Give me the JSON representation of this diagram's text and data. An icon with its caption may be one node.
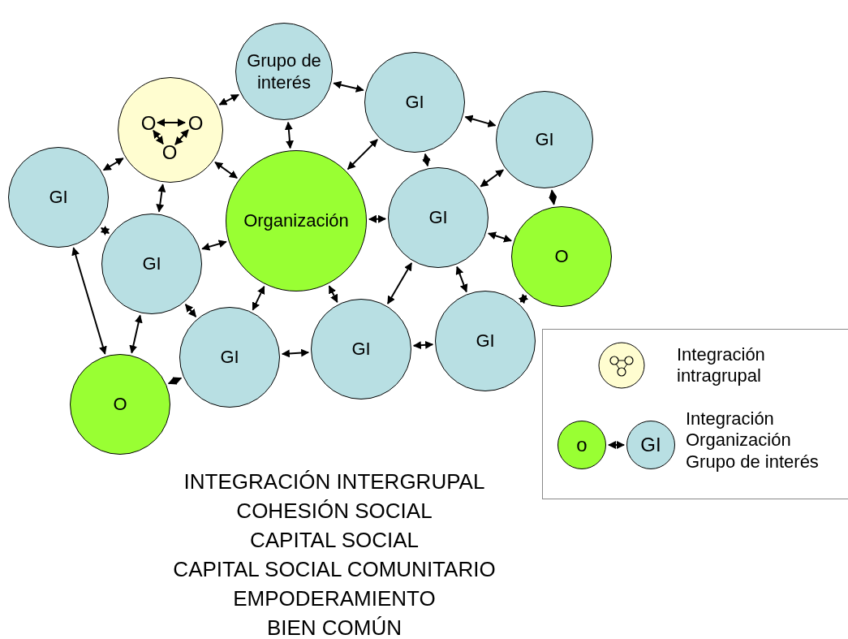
{
  "diagram": {
    "nodes": [
      {
        "text": [
          "Grupo de interés"
        ]
      },
      {
        "text": [],
        "shape": "circle"
      },
      {
        "text": [
          "GI"
        ]
      },
      {
        "text": [
          "GI"
        ]
      },
      {
        "text": [
          "GI"
        ]
      },
      {
        "text": [
          "Organización"
        ]
      },
      {
        "text": [
          "GI"
        ]
      },
      {
        "text": [
          "GI"
        ]
      },
      {
        "text": [
          "O"
        ]
      },
      {
        "text": [
          "GI"
        ]
      },
      {
        "text": [
          "GI"
        ]
      },
      {
        "text": [
          "GI"
        ]
      },
      {
        "text": [
          "O"
        ]
      },
      {
        "text": [
          "O"
        ],
        "in": 1
      },
      {
        "text": [
          "O"
        ],
        "in": 1
      },
      {
        "text": [
          "O"
        ],
        "in": 1
      },
      {
        "text": [
          "o"
        ]
      },
      {
        "text": [
          "GI"
        ]
      }
    ],
    "edges": [
      {
        "from": 0,
        "to": 1,
        "arrow": "both"
      },
      {
        "from": 0,
        "to": 2,
        "arrow": "both"
      },
      {
        "from": 0,
        "to": 5,
        "arrow": "both"
      },
      {
        "from": 1,
        "to": 4,
        "arrow": "both"
      },
      {
        "from": 1,
        "to": 7,
        "arrow": "both"
      },
      {
        "from": 1,
        "to": 5,
        "arrow": "both"
      },
      {
        "from": 2,
        "to": 3,
        "arrow": "both"
      },
      {
        "from": 2,
        "to": 5,
        "arrow": "both"
      },
      {
        "from": 2,
        "to": 6,
        "arrow": "both"
      },
      {
        "from": 3,
        "to": 6,
        "arrow": "both"
      },
      {
        "from": 3,
        "to": 8,
        "arrow": "both"
      },
      {
        "from": 4,
        "to": 7,
        "arrow": "both"
      },
      {
        "from": 4,
        "to": 12,
        "arrow": "both"
      },
      {
        "from": 5,
        "to": 7,
        "arrow": "both"
      },
      {
        "from": 5,
        "to": 6,
        "arrow": "both"
      },
      {
        "from": 5,
        "to": 9,
        "arrow": "both"
      },
      {
        "from": 5,
        "to": 10,
        "arrow": "both"
      },
      {
        "from": 6,
        "to": 8,
        "arrow": "both"
      },
      {
        "from": 6,
        "to": 10,
        "arrow": "both"
      },
      {
        "from": 6,
        "to": 11,
        "arrow": "both"
      },
      {
        "from": 7,
        "to": 9,
        "arrow": "both"
      },
      {
        "from": 7,
        "to": 12,
        "arrow": "both"
      },
      {
        "from": 8,
        "to": 11,
        "arrow": "both"
      },
      {
        "from": 9,
        "to": 10,
        "arrow": "both"
      },
      {
        "from": 10,
        "to": 11,
        "arrow": "both"
      },
      {
        "from": 9,
        "to": 12,
        "arrow": "both"
      },
      {
        "from": 13,
        "to": 14,
        "arrow": "both"
      },
      {
        "from": 13,
        "to": 15,
        "arrow": "both"
      },
      {
        "from": 14,
        "to": 15,
        "arrow": "both"
      },
      {
        "from": 16,
        "to": 17,
        "arrow": "both"
      }
    ],
    "labels": [
      "INTEGRACIÓN INTERGRUPAL",
      "COHESIÓN SOCIAL",
      "CAPITAL SOCIAL",
      "CAPITAL SOCIAL COMUNITARIO",
      "EMPODERAMIENTO",
      "BIEN COMÚN"
    ],
    "legend": [
      {
        "text": "Integración intragrupal"
      },
      {
        "text": "Integración Organización Grupo de interés"
      }
    ]
  }
}
